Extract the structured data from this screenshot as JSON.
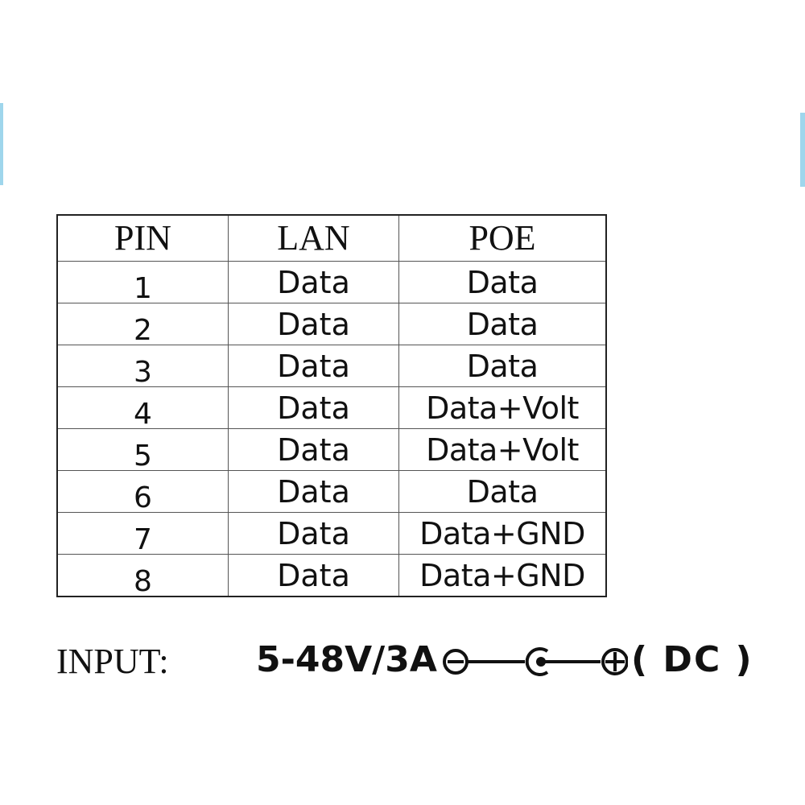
{
  "table": {
    "headers": {
      "pin": "PIN",
      "lan": "LAN",
      "poe": "POE"
    },
    "rows": [
      {
        "pin": "1",
        "lan": "Data",
        "poe": "Data"
      },
      {
        "pin": "2",
        "lan": "Data",
        "poe": "Data"
      },
      {
        "pin": "3",
        "lan": "Data",
        "poe": "Data"
      },
      {
        "pin": "4",
        "lan": "Data",
        "poe": "Data+Volt"
      },
      {
        "pin": "5",
        "lan": "Data",
        "poe": "Data+Volt"
      },
      {
        "pin": "6",
        "lan": "Data",
        "poe": "Data"
      },
      {
        "pin": "7",
        "lan": "Data",
        "poe": "Data+GND"
      },
      {
        "pin": "8",
        "lan": "Data",
        "poe": "Data+GND"
      }
    ]
  },
  "input": {
    "label": "INPUT:",
    "value": "5-48V/3A",
    "polarity_icon": "dc-polarity-center-positive-icon",
    "type": "( DC )"
  }
}
